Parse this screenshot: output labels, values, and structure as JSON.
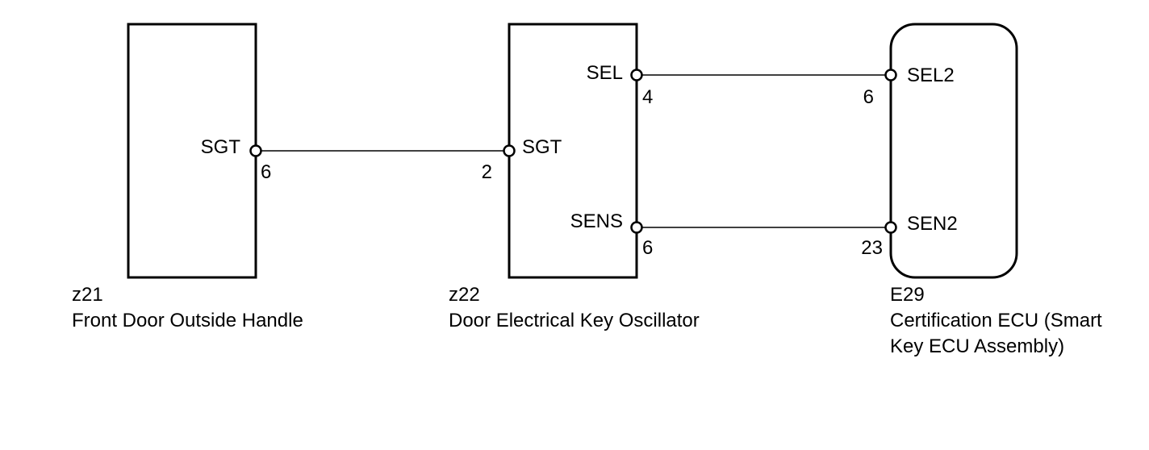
{
  "components": {
    "z21": {
      "code": "z21",
      "name": "Front Door Outside Handle",
      "pins": {
        "sgt": {
          "label": "SGT",
          "number": "6"
        }
      }
    },
    "z22": {
      "code": "z22",
      "name": "Door Electrical Key Oscillator",
      "pins": {
        "sgt": {
          "label": "SGT",
          "number": "2"
        },
        "sel": {
          "label": "SEL",
          "number": "4"
        },
        "sens": {
          "label": "SENS",
          "number": "6"
        }
      }
    },
    "e29": {
      "code": "E29",
      "name_line1": "Certification ECU (Smart",
      "name_line2": "Key ECU Assembly)",
      "pins": {
        "sel2": {
          "label": "SEL2",
          "number": "6"
        },
        "sen2": {
          "label": "SEN2",
          "number": "23"
        }
      }
    }
  },
  "colors": {
    "line": "#000000",
    "background": "#ffffff"
  }
}
